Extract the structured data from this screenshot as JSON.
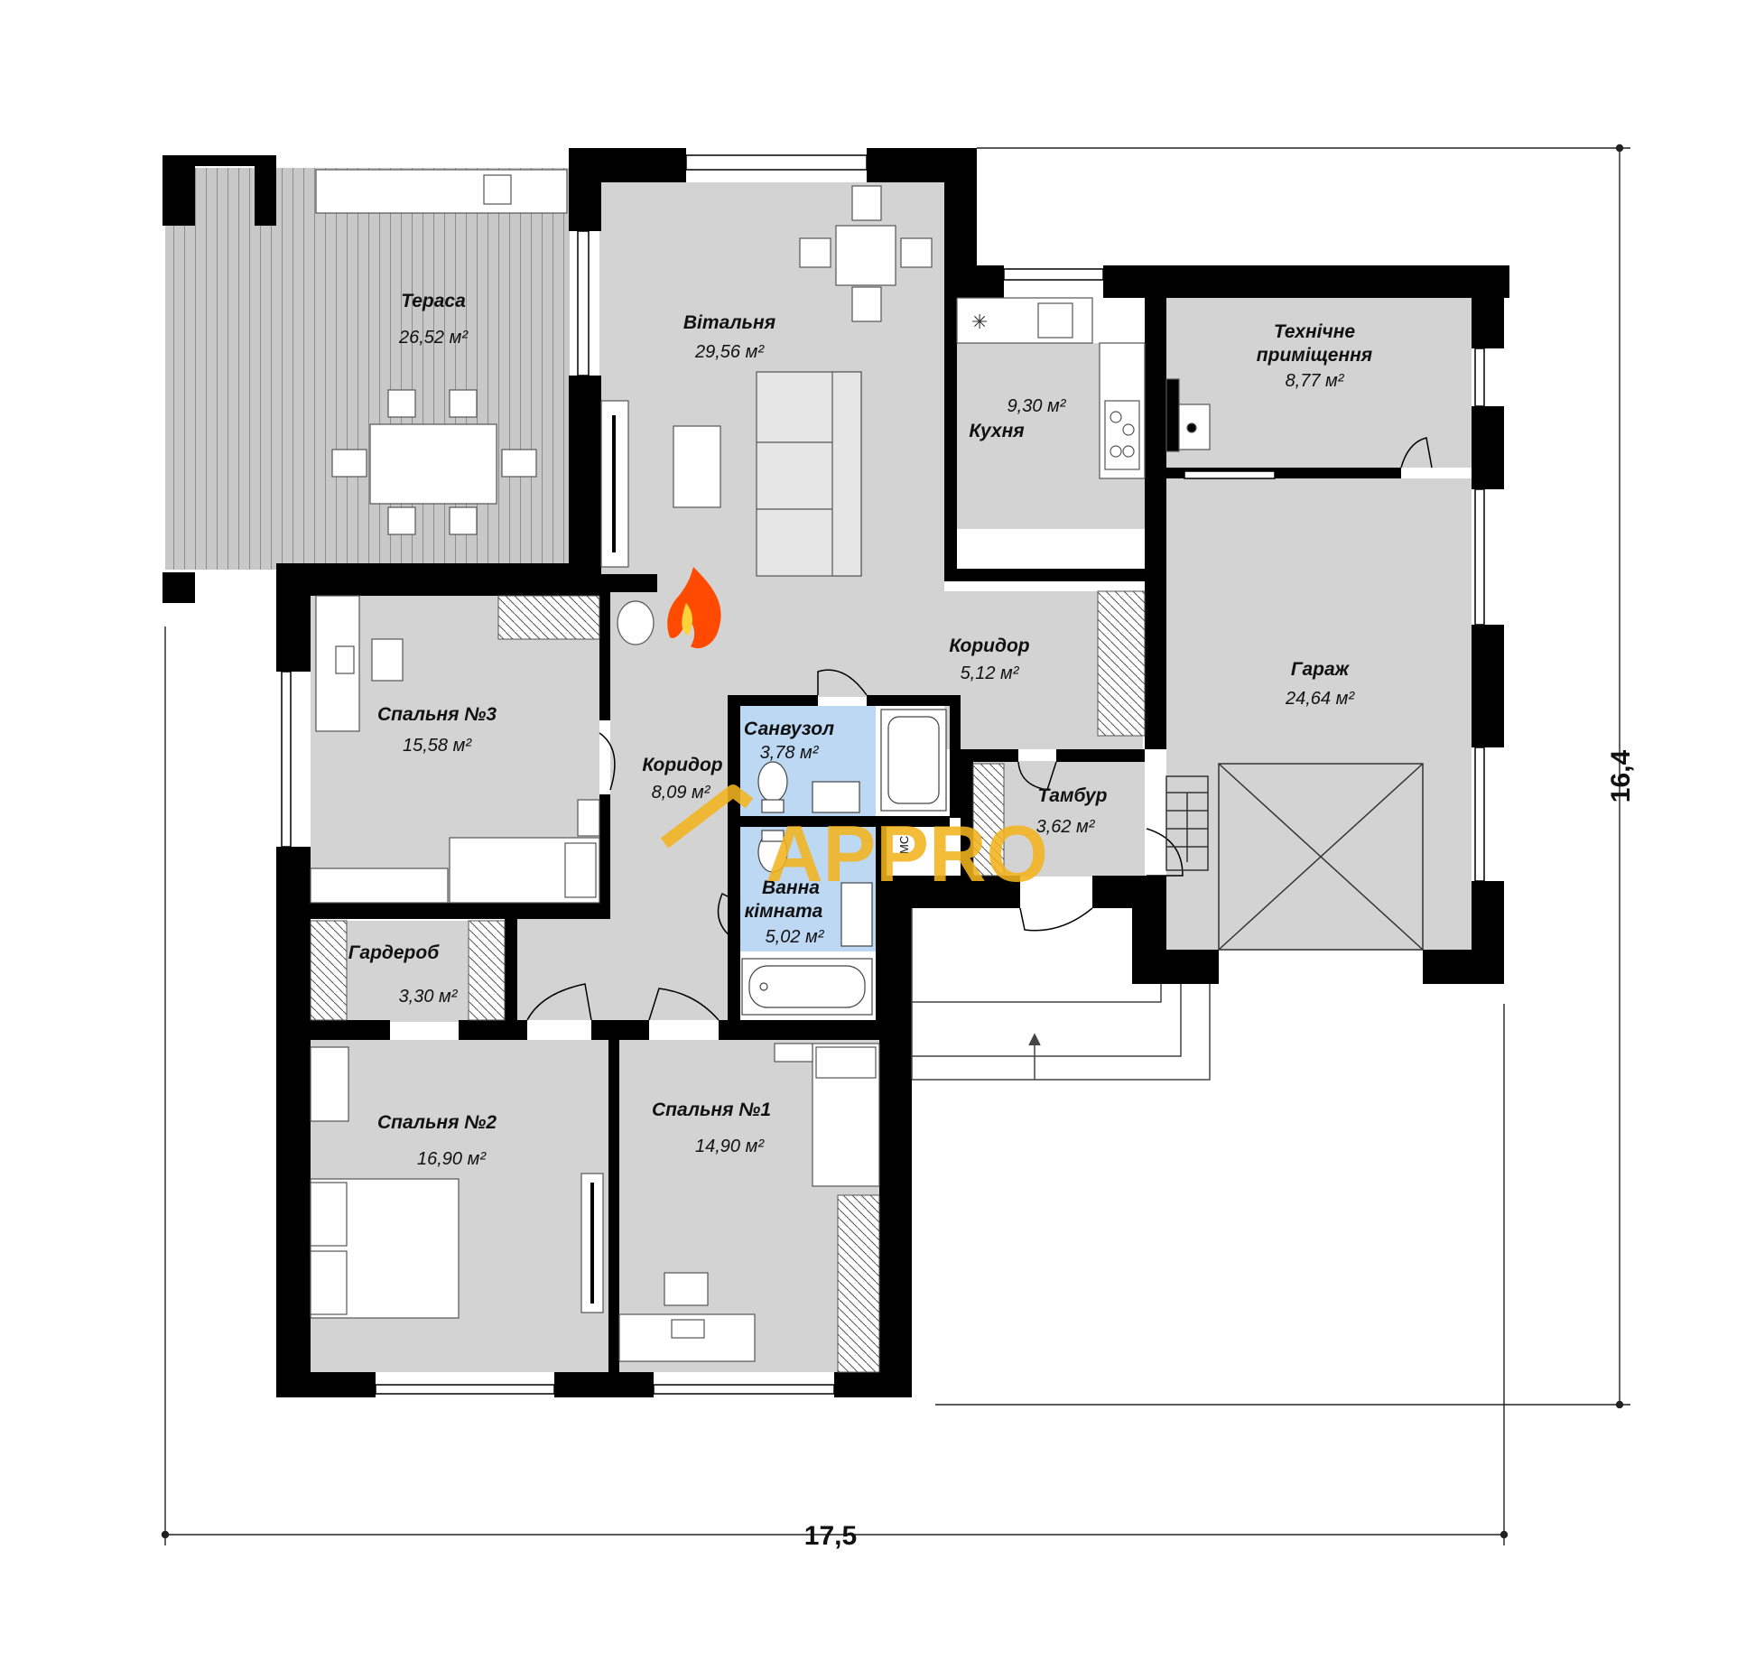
{
  "rooms": {
    "terrace": {
      "name": "Тераса",
      "area": "26,52 м²"
    },
    "living": {
      "name": "Вітальня",
      "area": "29,56 м²"
    },
    "kitchen": {
      "name": "Кухня",
      "area": "9,30 м²"
    },
    "technical": {
      "name1": "Технічне",
      "name2": "приміщення",
      "area": "8,77 м²"
    },
    "garage": {
      "name": "Гараж",
      "area": "24,64 м²"
    },
    "corridor_upper": {
      "name": "Коридор",
      "area": "5,12 м²"
    },
    "bedroom3": {
      "name": "Спальня №3",
      "area": "15,58 м²"
    },
    "wc": {
      "name": "Санвузол",
      "area": "3,78 м²"
    },
    "corridor_lower": {
      "name": "Коридор",
      "area": "8,09 м²"
    },
    "vestibule": {
      "name": "Тамбур",
      "area": "3,62 м²"
    },
    "bathroom": {
      "name1": "Ванна",
      "name2": "кімната",
      "area": "5,02 м²"
    },
    "wardrobe": {
      "name": "Гардероб",
      "area": "3,30 м²"
    },
    "bedroom2": {
      "name": "Спальня №2",
      "area": "16,90 м²"
    },
    "bedroom1": {
      "name": "Спальня №1",
      "area": "14,90 м²"
    }
  },
  "dimensions": {
    "width": "17,5",
    "height": "16,4"
  },
  "labels": {
    "shaft": "МС"
  },
  "watermark": {
    "text": "APPRO",
    "color": "#f3b41e"
  },
  "colors": {
    "wall": "#000000",
    "floor": "#d3d3d3",
    "wet_floor": "#bcd8f2",
    "terrace_deck": "#bfbfbf",
    "fire": "#ff4a00"
  },
  "icons": [
    "fireplace-icon",
    "stove-icon",
    "sink-icon",
    "toilet-icon",
    "bathtub-icon",
    "shower-icon",
    "bed-icon",
    "sofa-icon",
    "tv-icon",
    "table-icon",
    "chair-icon",
    "desk-icon",
    "door-icon",
    "window-icon",
    "wardrobe-icon",
    "stairs-icon",
    "garage-door-icon",
    "entrance-arrow-icon"
  ]
}
